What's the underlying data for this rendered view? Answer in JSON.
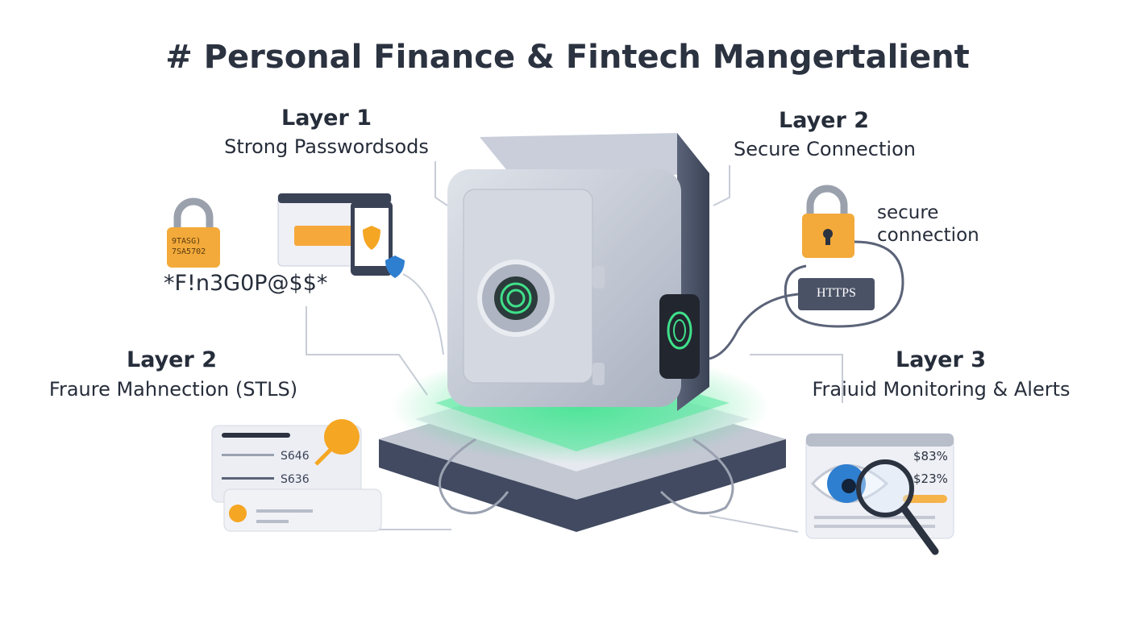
{
  "title": "# Personal Finance & Fintech Mangertalient",
  "layers": [
    {
      "heading": "Layer 1",
      "subtitle": "Strong Passwordsods"
    },
    {
      "heading": "Layer 2",
      "subtitle": "Secure Connection"
    },
    {
      "heading": "Layer 2",
      "subtitle": "Fraure Mahnection (STLS)"
    },
    {
      "heading": "Layer 3",
      "subtitle": "Fraiuid Monitoring & Alerts"
    }
  ],
  "password": {
    "lock_text_line1": "9TASG)",
    "lock_text_line2": "7SA5702",
    "example": "*F!n3G0P@$$*"
  },
  "connection": {
    "label_line1": "secure",
    "label_line2": "connection",
    "protocol": "HTTPS"
  },
  "transactions": {
    "amount1": "S646",
    "amount2": "S636"
  },
  "monitoring": {
    "value1": "$83%",
    "value2": "$23%"
  },
  "colors": {
    "accent_green": "#3fe08a",
    "orange": "#f5a623",
    "blue": "#2f7fd0",
    "dark": "#3a4256"
  }
}
